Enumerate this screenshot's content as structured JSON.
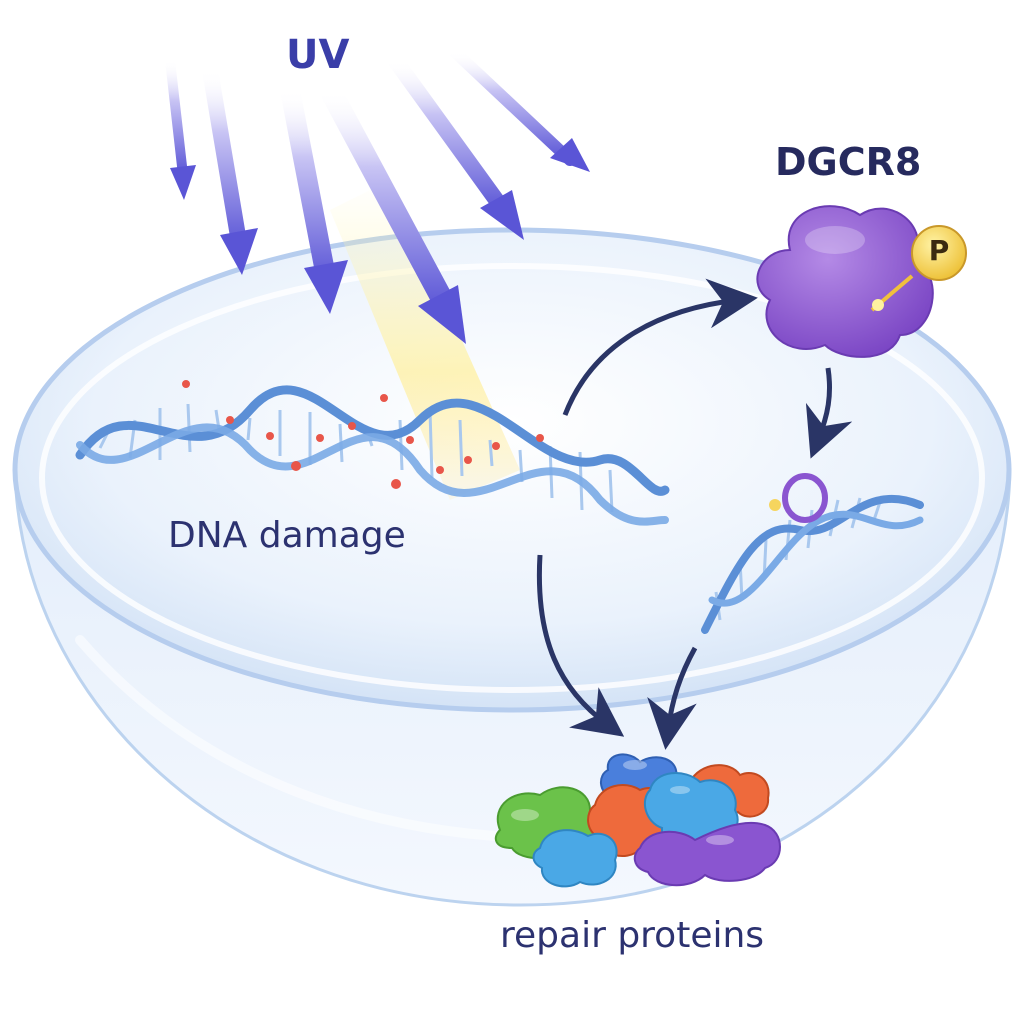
{
  "labels": {
    "uv": "UV",
    "dgcr8": "DGCR8",
    "phospho": "P",
    "dna_damage": "DNA damage",
    "repair_proteins": "repair proteins"
  },
  "colors": {
    "uv_arrow": "#5a55d6",
    "dish": "#cfe0f5",
    "dna": "#5b8fd6",
    "dgcr8": "#8a55d0",
    "phosphate": "#f3d24a",
    "flow_arrow": "#2a3566",
    "protein_green": "#6bc24a",
    "protein_blue": "#4aa8e6",
    "protein_orange": "#ee6a3c",
    "protein_purple": "#8a55d0"
  },
  "icons": [
    "uv-ray-icon",
    "dna-helix-icon",
    "dgcr8-protein-icon",
    "phosphate-icon",
    "repair-protein-icon"
  ]
}
